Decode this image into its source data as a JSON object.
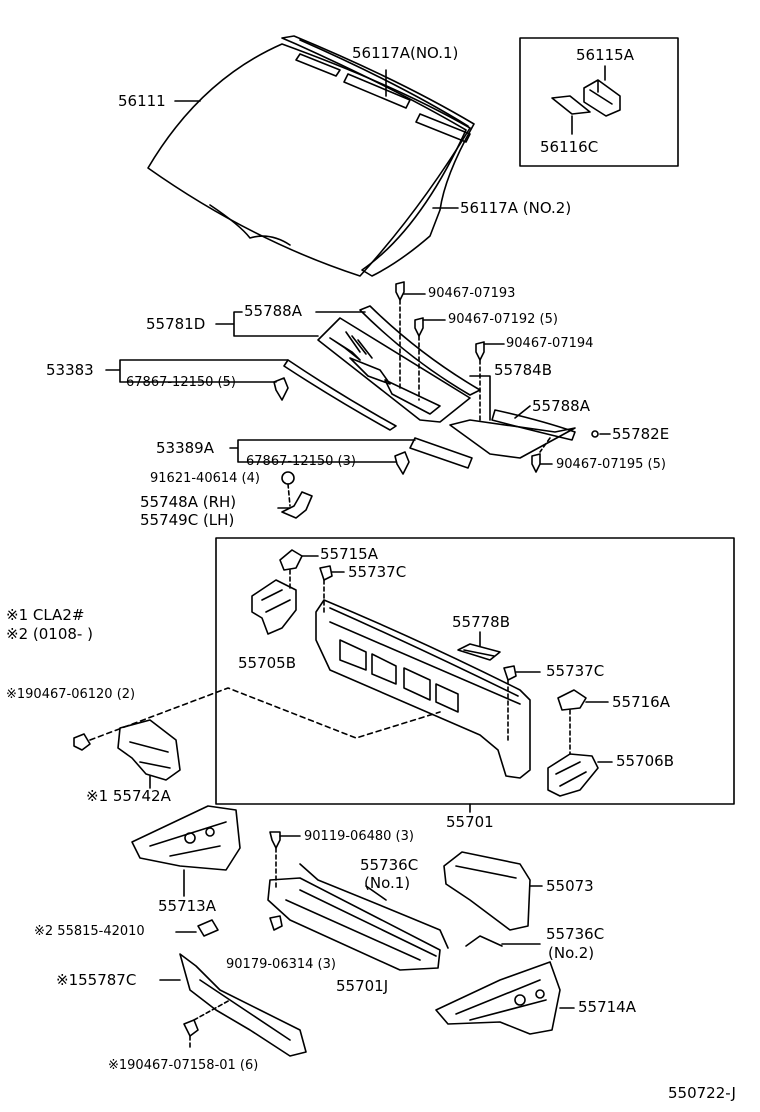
{
  "labels": {
    "p56111": "56111",
    "p56117a1": "56117A(NO.1)",
    "p56117a2": "56117A (NO.2)",
    "p56115a": "56115A",
    "p56116c": "56116C",
    "p90467_07193": "90467-07193",
    "p55781d": "55781D",
    "p55788a_top": "55788A",
    "p90467_07192": "90467-07192 (5)",
    "p53383": "53383",
    "p90467_07194": "90467-07194",
    "p67867_12150_5": "67867-12150 (5)",
    "p55784b": "55784B",
    "p55788a_right": "55788A",
    "p55782e": "55782E",
    "p53389a": "53389A",
    "p67867_12150_3": "67867-12150 (3)",
    "p90467_07195": "90467-07195 (5)",
    "p91621": "91621-40614 (4)",
    "p55748a": "55748A (RH)",
    "p55749c": "55749C (LH)",
    "p55715a": "55715A",
    "p55737c_top": "55737C",
    "note1": "※1 CLA2#",
    "note2": "※2 (0108-        )",
    "p55778b": "55778B",
    "p55705b": "55705B",
    "p55737c_mid": "55737C",
    "p90467_06120": "※190467-06120 (2)",
    "p55716a": "55716A",
    "p55706b": "55706B",
    "p55742a": "※1 55742A",
    "p55701": "55701",
    "p90119": "90119-06480 (3)",
    "p55736c1a": "55736C",
    "p55736c1b": "(No.1)",
    "p55073": "55073",
    "p55713a": "55713A",
    "p55815": "※2 55815-42010",
    "p55736c2a": "55736C",
    "p55736c2b": "(No.2)",
    "p90179": "90179-06314 (3)",
    "p55701j": "55701J",
    "p55787c": "※155787C",
    "p55714a": "55714A",
    "p90467_07158": "※190467-07158-01 (6)",
    "code": "550722-J"
  }
}
